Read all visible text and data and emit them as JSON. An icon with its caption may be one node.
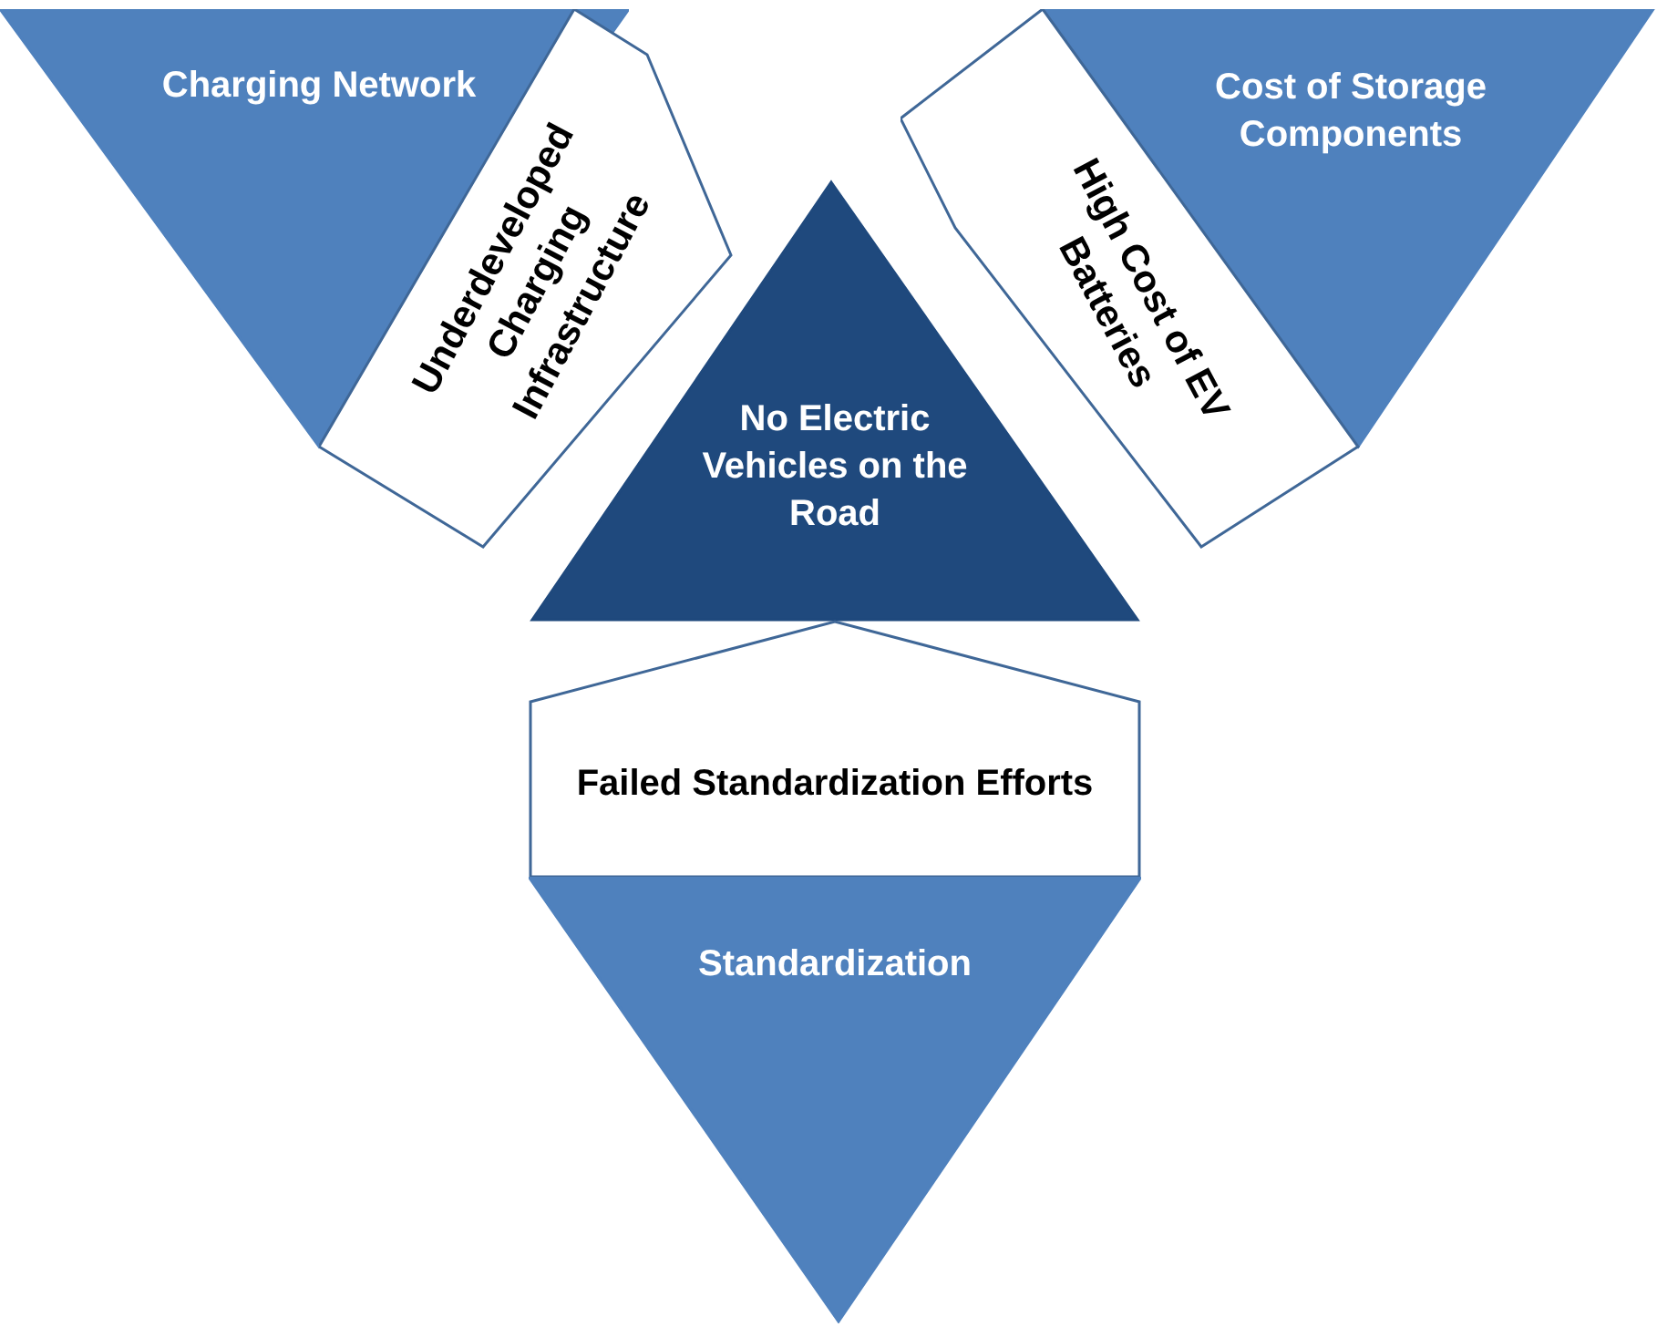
{
  "diagram": {
    "nodes": [
      {
        "text": [
          "Charging Network"
        ]
      },
      {
        "text": [
          "Cost of Storage Components"
        ]
      },
      {
        "text": [
          "Underdeveloped Charging Infrastructure"
        ]
      },
      {
        "text": [
          "High Cost of EV Batteries"
        ]
      },
      {
        "text": [
          "No Electric Vehicles on the Road"
        ]
      },
      {
        "text": [
          "Failed Standardization Efforts"
        ]
      },
      {
        "text": [
          "Standardization"
        ]
      }
    ]
  }
}
